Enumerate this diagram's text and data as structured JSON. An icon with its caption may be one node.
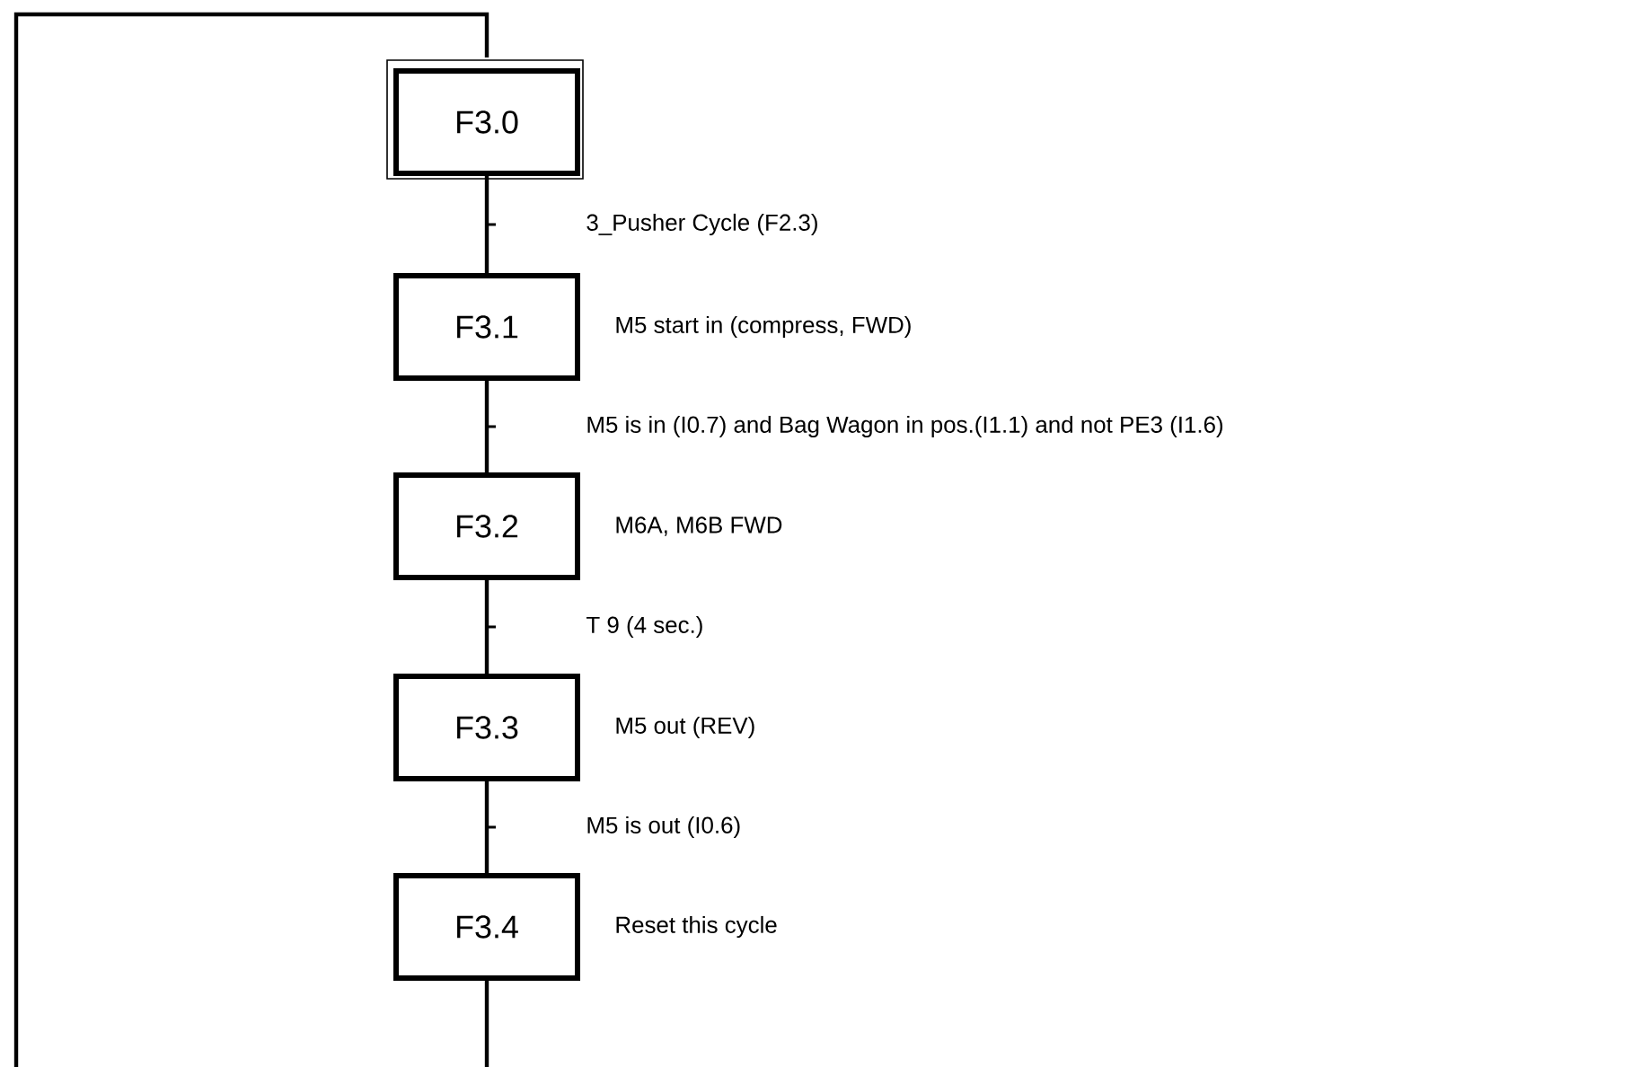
{
  "diagram": {
    "nodes": [
      {
        "text": [
          "F3.0"
        ]
      },
      {
        "text": [
          "F3.1"
        ],
        "beside": [
          "M5 start in (compress, FWD)"
        ]
      },
      {
        "text": [
          "F3.2"
        ],
        "beside": [
          "M6A, M6B FWD"
        ]
      },
      {
        "text": [
          "F3.3"
        ],
        "beside": [
          "M5 out (REV)"
        ]
      },
      {
        "text": [
          "F3.4"
        ],
        "beside": [
          "Reset this cycle"
        ]
      }
    ],
    "edges": [
      {
        "from": 0,
        "to": 1,
        "arrow": "none",
        "label": "3_Pusher Cycle (F2.3)"
      },
      {
        "from": 1,
        "to": 2,
        "arrow": "none",
        "label": "M5 is in (I0.7) and Bag Wagon in pos.(I1.1) and not PE3 (I1.6)"
      },
      {
        "from": 2,
        "to": 3,
        "arrow": "none",
        "label": "T 9 (4 sec.)"
      },
      {
        "from": 3,
        "to": 4,
        "arrow": "none",
        "label": "M5 is out (I0.6)"
      },
      {
        "from": 4,
        "to": null,
        "arrow": "none"
      },
      {
        "from": null,
        "to": 0,
        "arrow": "none"
      }
    ]
  }
}
